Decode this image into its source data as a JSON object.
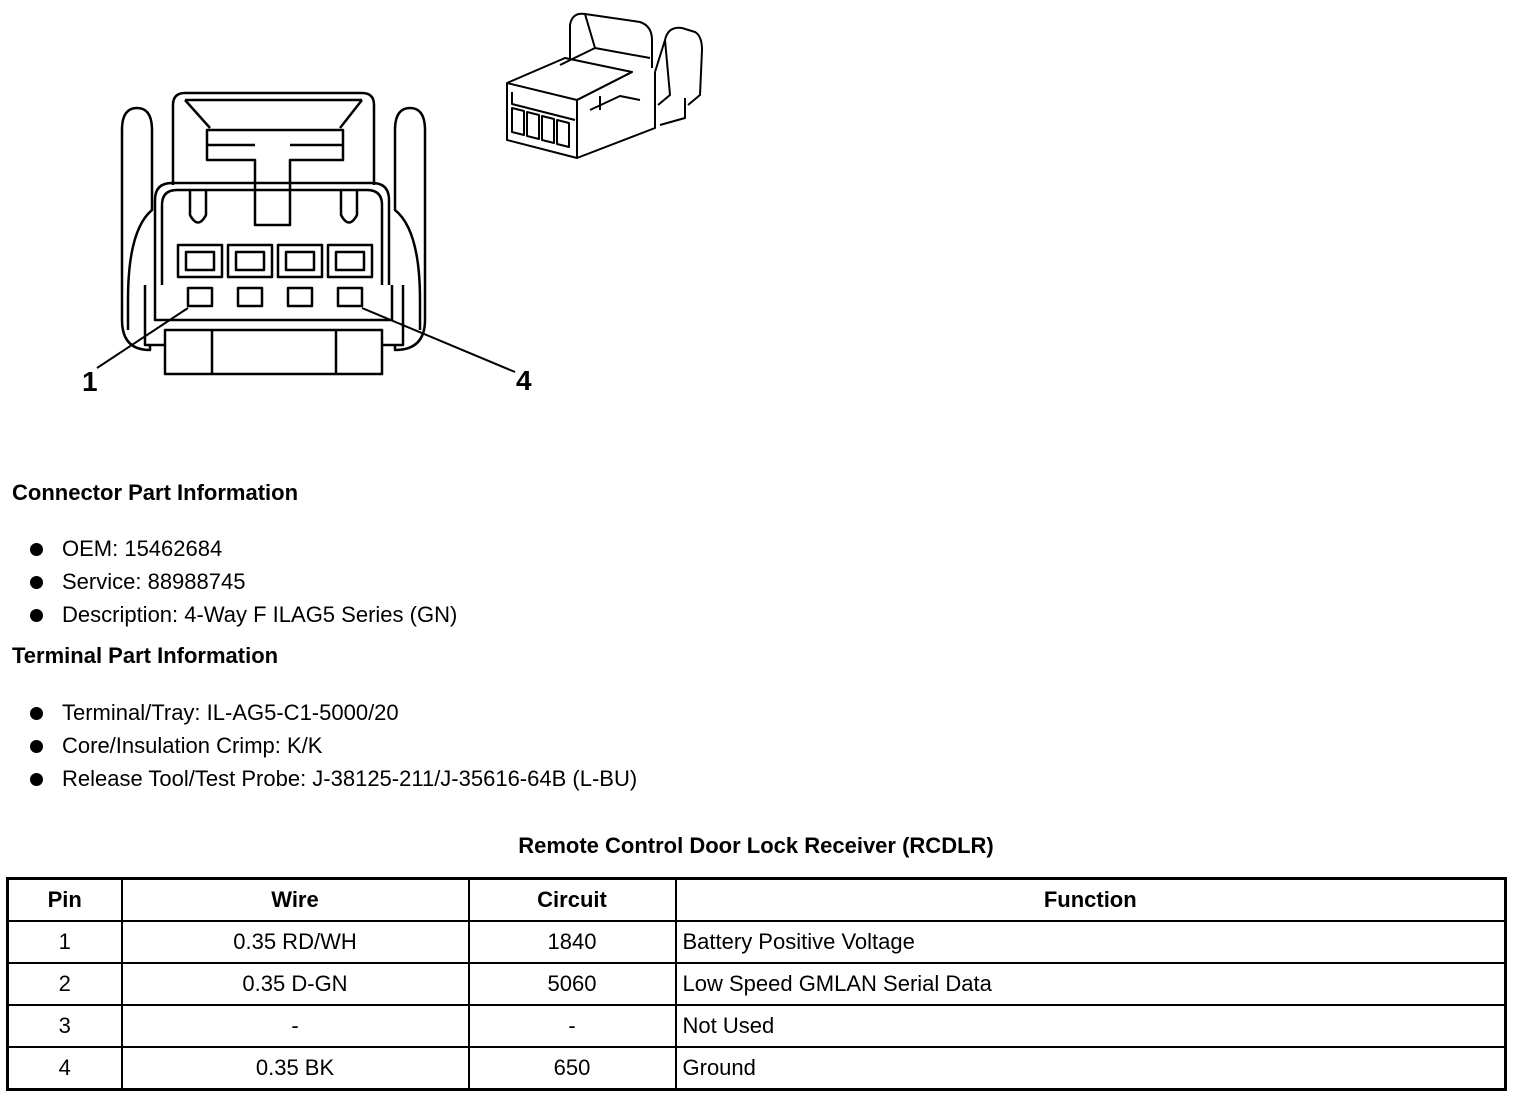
{
  "diagram": {
    "pin_labels": [
      "1",
      "4"
    ]
  },
  "connector_info": {
    "title": "Connector Part Information",
    "items": [
      "OEM: 15462684",
      "Service: 88988745",
      "Description: 4-Way F ILAG5 Series (GN)"
    ]
  },
  "terminal_info": {
    "title": "Terminal Part Information",
    "items": [
      "Terminal/Tray: IL-AG5-C1-5000/20",
      "Core/Insulation Crimp: K/K",
      "Release Tool/Test Probe: J-38125-211/J-35616-64B (L-BU)"
    ]
  },
  "table": {
    "caption": "Remote Control Door Lock Receiver (RCDLR)",
    "headers": [
      "Pin",
      "Wire",
      "Circuit",
      "Function"
    ],
    "rows": [
      [
        "1",
        "0.35 RD/WH",
        "1840",
        "Battery Positive Voltage"
      ],
      [
        "2",
        "0.35 D-GN",
        "5060",
        "Low Speed GMLAN Serial Data"
      ],
      [
        "3",
        "-",
        "-",
        "Not Used"
      ],
      [
        "4",
        "0.35 BK",
        "650",
        "Ground"
      ]
    ]
  }
}
